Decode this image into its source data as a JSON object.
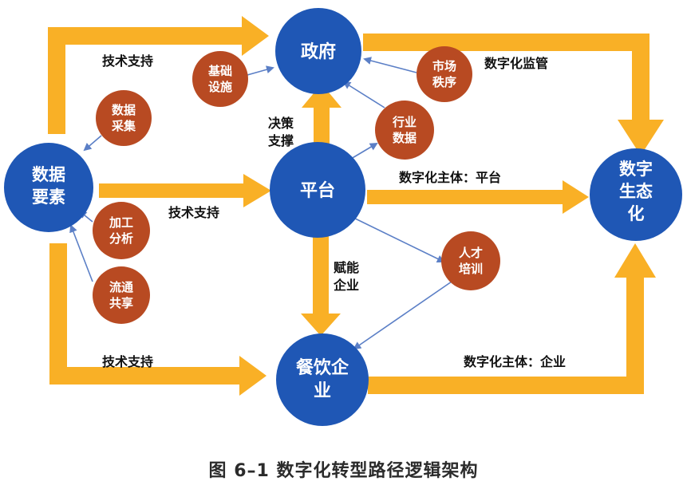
{
  "colors": {
    "blue_node": "#1f57b5",
    "red_node": "#b84a22",
    "orange_arrow": "#f9b026",
    "blue_line": "#5b7fc6"
  },
  "nodes": {
    "government": "政府",
    "data_elements": [
      "数据",
      "要素"
    ],
    "platform": "平台",
    "catering_enterprise": [
      "餐饮企",
      "业"
    ],
    "digital_ecology": [
      "数字",
      "生态",
      "化"
    ]
  },
  "factors": {
    "infrastructure": [
      "基础",
      "设施"
    ],
    "market_order": [
      "市场",
      "秩序"
    ],
    "data_collection": [
      "数据",
      "采集"
    ],
    "industry_data": [
      "行业",
      "数据"
    ],
    "processing_analysis": [
      "加工",
      "分析"
    ],
    "circulation_sharing": [
      "流通",
      "共享"
    ],
    "talent_training": [
      "人才",
      "培训"
    ]
  },
  "labels": {
    "tech_support_top": "技术支持",
    "tech_support_middle": "技术支持",
    "tech_support_bottom": "技术支持",
    "digital_supervision": "数字化监管",
    "decision_support": [
      "决策",
      "支撑"
    ],
    "empower_enterprise": [
      "赋能",
      "企业"
    ],
    "digital_subject_platform": "数字化主体：平台",
    "digital_subject_enterprise": "数字化主体：企业"
  },
  "caption": "图 6–1 数字化转型路径逻辑架构"
}
